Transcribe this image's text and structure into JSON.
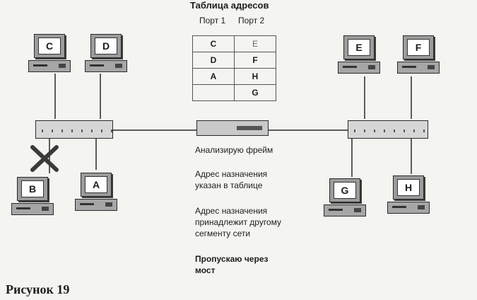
{
  "table": {
    "title": "Таблица адресов",
    "port1_header": "Порт 1",
    "port2_header": "Порт 2",
    "rows": [
      [
        "C",
        "E"
      ],
      [
        "D",
        "F"
      ],
      [
        "A",
        "H"
      ],
      [
        "",
        "G"
      ]
    ]
  },
  "computers": {
    "C": "C",
    "D": "D",
    "B": "B",
    "A": "A",
    "E": "E",
    "F": "F",
    "G": "G",
    "H": "H"
  },
  "annotations": {
    "analyze": "Анализирую фрейм",
    "line1a": "Адрес назначения",
    "line1b": "указан в таблице",
    "line2a": "Адрес назначения",
    "line2b": "принадлежит другому",
    "line2c": "сегменту сети",
    "line3a": "Пропускаю через",
    "line3b": "мост"
  },
  "figure_caption": "Рисунок 19",
  "colors": {
    "line": "#2a2a2a",
    "x_mark": "#3a3a3a"
  },
  "icons": [
    "computer-icon",
    "hub-icon",
    "bridge-icon",
    "cross-icon"
  ]
}
